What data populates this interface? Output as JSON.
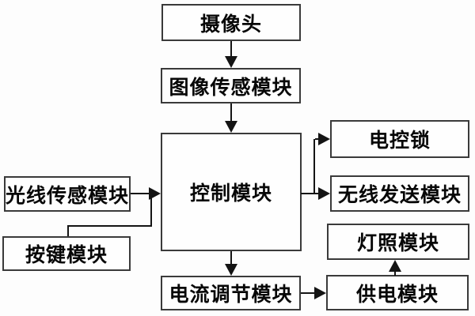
{
  "diagram": {
    "type": "block-diagram",
    "nodes": {
      "camera": {
        "label": "摄像头"
      },
      "image_sensor": {
        "label": "图像传感模块"
      },
      "control": {
        "label": "控制模块"
      },
      "light_sensor": {
        "label": "光线传感模块"
      },
      "key": {
        "label": "按键模块"
      },
      "lock": {
        "label": "电控锁"
      },
      "wireless": {
        "label": "无线发送模块"
      },
      "lighting": {
        "label": "灯照模块"
      },
      "power": {
        "label": "供电模块"
      },
      "current": {
        "label": "电流调节模块"
      }
    },
    "edges": [
      {
        "from": "摄像头",
        "to": "图像传感模块"
      },
      {
        "from": "图像传感模块",
        "to": "控制模块"
      },
      {
        "from": "光线传感模块",
        "to": "控制模块"
      },
      {
        "from": "按键模块",
        "to": "控制模块"
      },
      {
        "from": "控制模块",
        "to": "电控锁"
      },
      {
        "from": "控制模块",
        "to": "无线发送模块"
      },
      {
        "from": "控制模块",
        "to": "电流调节模块"
      },
      {
        "from": "电流调节模块",
        "to": "供电模块"
      },
      {
        "from": "供电模块",
        "to": "灯照模块"
      }
    ]
  },
  "colors": {
    "background": "#fdfdfd",
    "box_border": "#3a3a3a",
    "line": "#141414",
    "text": "#070707"
  }
}
